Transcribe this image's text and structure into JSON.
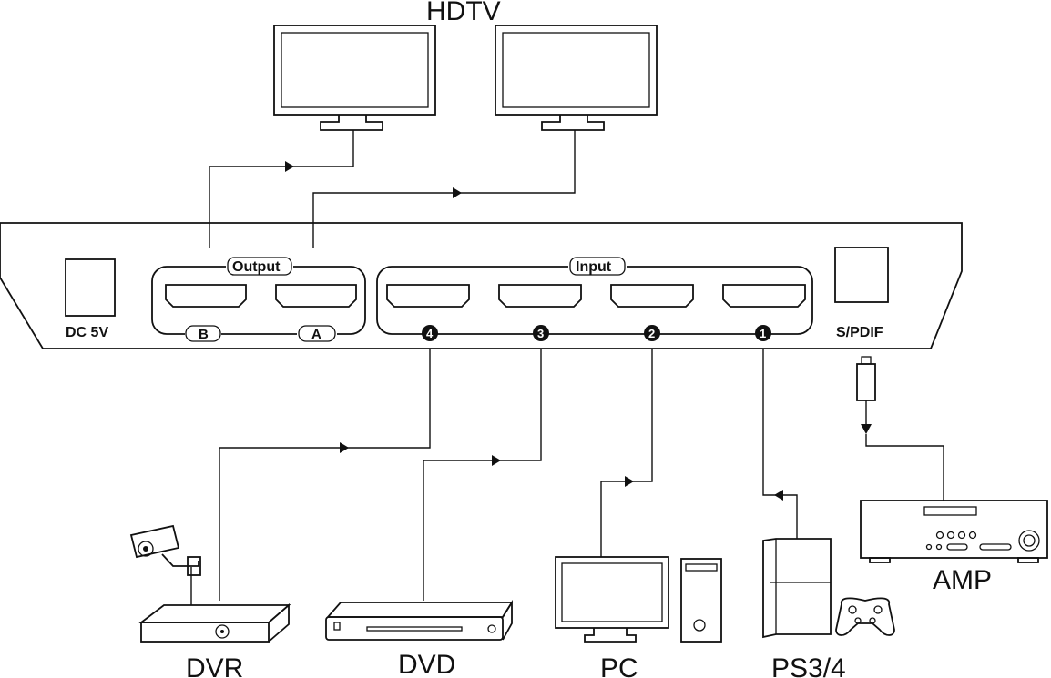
{
  "hdtv_label": "HDTV",
  "switch": {
    "power_label": "DC 5V",
    "output_group_label": "Output",
    "output_ports": [
      "B",
      "A"
    ],
    "input_group_label": "Input",
    "input_ports": [
      "4",
      "3",
      "2",
      "1"
    ],
    "spdif_label": "S/PDIF"
  },
  "devices": {
    "dvr": "DVR",
    "dvd": "DVD",
    "pc": "PC",
    "ps": "PS3/4",
    "amp": "AMP"
  }
}
